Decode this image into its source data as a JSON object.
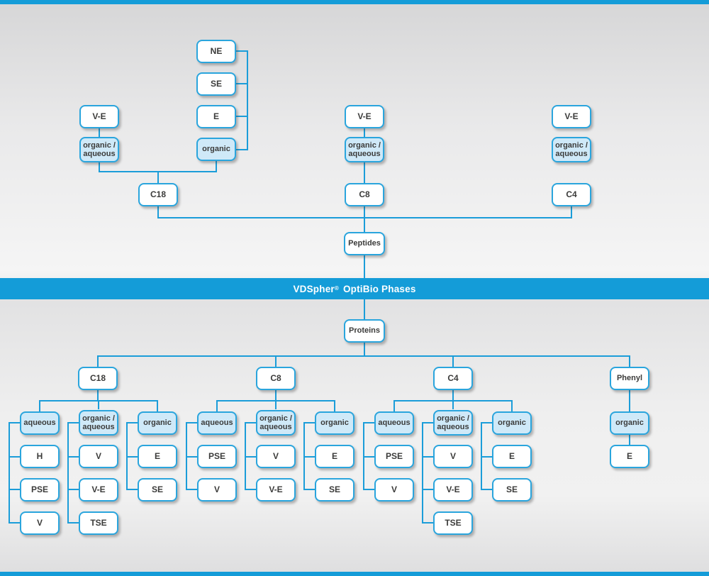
{
  "banner": {
    "brand": "VDSpher",
    "registered": "®",
    "suffix": "OptiBio Phases"
  },
  "colors": {
    "accent_blue": "#149cd8",
    "line_blue": "#1b9dd9",
    "box_fill_blue": "#cfe9f8",
    "box_border": "#2aa5dd",
    "text": "#3b3b3a"
  },
  "nodes": {
    "peptides_root": "Peptides",
    "proteins_root": "Proteins",
    "pep_chain_ne": "NE",
    "pep_chain_se": "SE",
    "pep_chain_e": "E",
    "pep_chain_organic": "organic",
    "pep_c18_ve": "V-E",
    "pep_c18_orgaq": "organic /\naqueous",
    "pep_c18": "C18",
    "pep_c8_ve": "V-E",
    "pep_c8_orgaq": "organic /\naqueous",
    "pep_c8": "C8",
    "pep_c4_ve": "V-E",
    "pep_c4_orgaq": "organic /\naqueous",
    "pep_c4": "C4",
    "pro_c18": "C18",
    "pro_c8": "C8",
    "pro_c4": "C4",
    "pro_phenyl": "Phenyl",
    "pro_c18_aqueous": "aqueous",
    "pro_c18_orgaq": "organic /\naqueous",
    "pro_c18_organic": "organic",
    "pro_c18_aq_h": "H",
    "pro_c18_aq_pse": "PSE",
    "pro_c18_aq_v": "V",
    "pro_c18_oa_v": "V",
    "pro_c18_oa_ve": "V-E",
    "pro_c18_oa_tse": "TSE",
    "pro_c18_or_e": "E",
    "pro_c18_or_se": "SE",
    "pro_c8_aqueous": "aqueous",
    "pro_c8_orgaq": "organic /\naqueous",
    "pro_c8_organic": "organic",
    "pro_c8_aq_pse": "PSE",
    "pro_c8_aq_v": "V",
    "pro_c8_oa_v": "V",
    "pro_c8_oa_ve": "V-E",
    "pro_c8_or_e": "E",
    "pro_c8_or_se": "SE",
    "pro_c4_aqueous": "aqueous",
    "pro_c4_orgaq": "organic /\naqueous",
    "pro_c4_organic": "organic",
    "pro_c4_aq_pse": "PSE",
    "pro_c4_aq_v": "V",
    "pro_c4_oa_v": "V",
    "pro_c4_oa_ve": "V-E",
    "pro_c4_oa_tse": "TSE",
    "pro_c4_or_e": "E",
    "pro_c4_or_se": "SE",
    "pro_phenyl_organic": "organic",
    "pro_phenyl_e": "E"
  }
}
